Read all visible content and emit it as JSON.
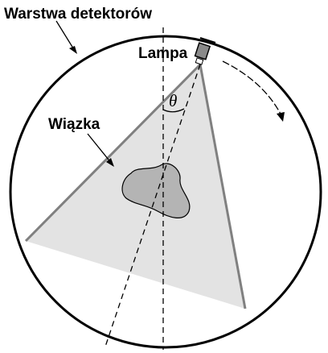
{
  "labels": {
    "detector_layer": "Warstwa detektorów",
    "lamp": "Lampa",
    "beam": "Wiązka",
    "angle": "θ"
  },
  "colors": {
    "beam_fill": "#e3e3e3",
    "object_fill": "#b4b4b4",
    "lamp_fill": "#8a8a8a",
    "beam_edge": "#808080",
    "outline": "#000000",
    "background": "#ffffff"
  }
}
